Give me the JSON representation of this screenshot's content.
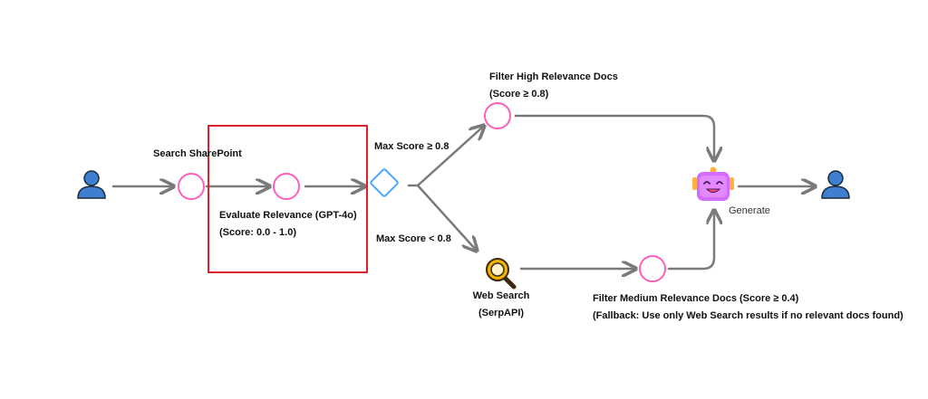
{
  "colors": {
    "arrow": "#7a7a7a",
    "node_ring": "#ff5fb8",
    "decision": "#4aa8ff",
    "highlight_box": "#e0202a",
    "user": "#3f7fd1",
    "magnifier": "#f2b400",
    "robot": "#d36bff"
  },
  "nodes": {
    "search_sharepoint": "Search SharePoint",
    "evaluate_relevance": "Evaluate Relevance (GPT-4o)",
    "score_range": "(Score: 0.0 - 1.0)",
    "max_score_high": "Max Score ≥ 0.8",
    "max_score_low": "Max Score < 0.8",
    "filter_high_title": "Filter High Relevance Docs",
    "filter_high_sub": "(Score ≥ 0.8)",
    "web_search": "Web Search",
    "web_search_sub": "(SerpAPI)",
    "filter_medium": "Filter Medium Relevance Docs (Score ≥ 0.4)",
    "fallback": "(Fallback: Use only Web Search results if no relevant docs found)",
    "generate": "Generate"
  },
  "icons": {
    "input_user": "user-icon",
    "output_user": "user-icon",
    "web_search": "magnifier-icon",
    "generate": "robot-icon"
  }
}
